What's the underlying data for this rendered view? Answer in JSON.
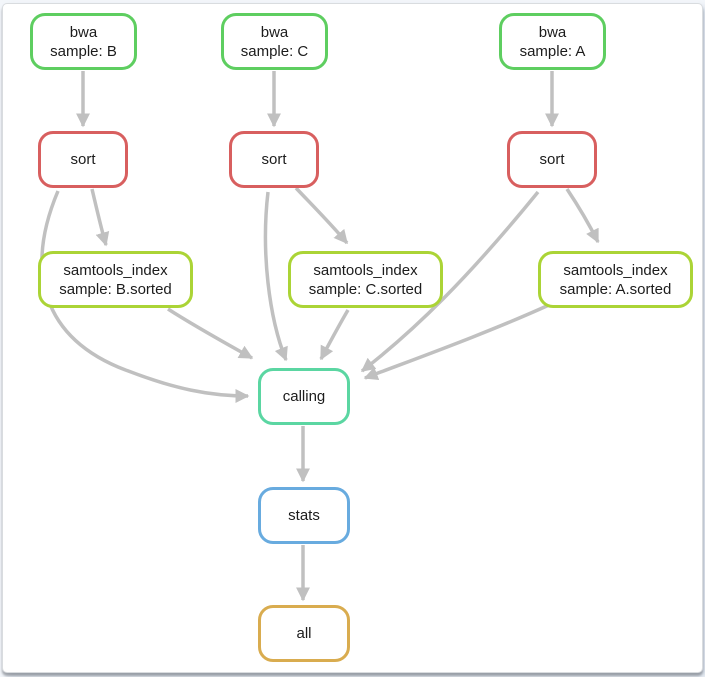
{
  "diagram": {
    "type": "workflow-dag",
    "edge_color": "#c0c0c0",
    "nodes": [
      {
        "id": "bwa_B",
        "label": "bwa\nsample: B",
        "color": "#5ece60"
      },
      {
        "id": "bwa_C",
        "label": "bwa\nsample: C",
        "color": "#5ece60"
      },
      {
        "id": "bwa_A",
        "label": "bwa\nsample: A",
        "color": "#5ece60"
      },
      {
        "id": "sort_B",
        "label": "sort",
        "color": "#d85f5f"
      },
      {
        "id": "sort_C",
        "label": "sort",
        "color": "#d85f5f"
      },
      {
        "id": "sort_A",
        "label": "sort",
        "color": "#d85f5f"
      },
      {
        "id": "samtools_index_B",
        "label": "samtools_index\nsample: B.sorted",
        "color": "#abd436"
      },
      {
        "id": "samtools_index_C",
        "label": "samtools_index\nsample: C.sorted",
        "color": "#abd436"
      },
      {
        "id": "samtools_index_A",
        "label": "samtools_index\nsample: A.sorted",
        "color": "#abd436"
      },
      {
        "id": "calling",
        "label": "calling",
        "color": "#5bd6a2"
      },
      {
        "id": "stats",
        "label": "stats",
        "color": "#68abdf"
      },
      {
        "id": "all",
        "label": "all",
        "color": "#d9ac4f"
      }
    ],
    "edges": [
      {
        "from": "bwa_B",
        "to": "sort_B"
      },
      {
        "from": "bwa_C",
        "to": "sort_C"
      },
      {
        "from": "bwa_A",
        "to": "sort_A"
      },
      {
        "from": "sort_B",
        "to": "samtools_index_B"
      },
      {
        "from": "sort_C",
        "to": "samtools_index_C"
      },
      {
        "from": "sort_A",
        "to": "samtools_index_A"
      },
      {
        "from": "sort_B",
        "to": "calling"
      },
      {
        "from": "sort_C",
        "to": "calling"
      },
      {
        "from": "sort_A",
        "to": "calling"
      },
      {
        "from": "samtools_index_B",
        "to": "calling"
      },
      {
        "from": "samtools_index_C",
        "to": "calling"
      },
      {
        "from": "samtools_index_A",
        "to": "calling"
      },
      {
        "from": "calling",
        "to": "stats"
      },
      {
        "from": "stats",
        "to": "all"
      }
    ]
  }
}
